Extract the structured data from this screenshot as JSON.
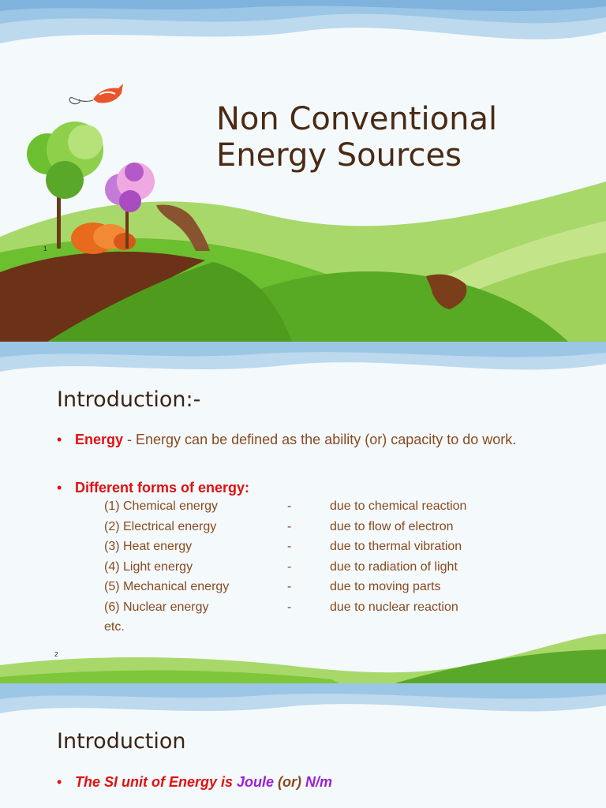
{
  "slide1": {
    "title_line1": "Non Conventional",
    "title_line2": "Energy Sources",
    "slide_number": "1"
  },
  "slide2": {
    "heading": "Introduction:-",
    "bullet1_term": "Energy",
    "bullet1_text": " - Energy can be defined as the ability (or) capacity to do work.",
    "bullet2_term": "Different forms of energy:",
    "forms": [
      {
        "name": "(1) Chemical energy",
        "dash": "-",
        "desc": "due to chemical reaction"
      },
      {
        "name": "(2) Electrical energy",
        "dash": "-",
        "desc": "due to flow of electron"
      },
      {
        "name": "(3) Heat energy",
        "dash": "-",
        "desc": "due to thermal vibration"
      },
      {
        "name": "(4) Light energy",
        "dash": "-",
        "desc": "due to radiation of light"
      },
      {
        "name": "(5) Mechanical energy",
        "dash": "-",
        "desc": "due to moving parts"
      },
      {
        "name": "(6) Nuclear energy",
        "dash": "-",
        "desc": "due to nuclear reaction"
      }
    ],
    "etc": "etc.",
    "slide_number": "2"
  },
  "slide3": {
    "heading": "Introduction",
    "si_prefix": "The SI unit of Energy is ",
    "si_joule": "Joule",
    "si_or": " (or) ",
    "si_nm": "N/m"
  },
  "colors": {
    "title": "#4a2a14",
    "accent_red": "#e01010",
    "body_brown": "#8a4a1e",
    "purple": "#9b1fd6",
    "grass_green": "#6cbf2e"
  }
}
